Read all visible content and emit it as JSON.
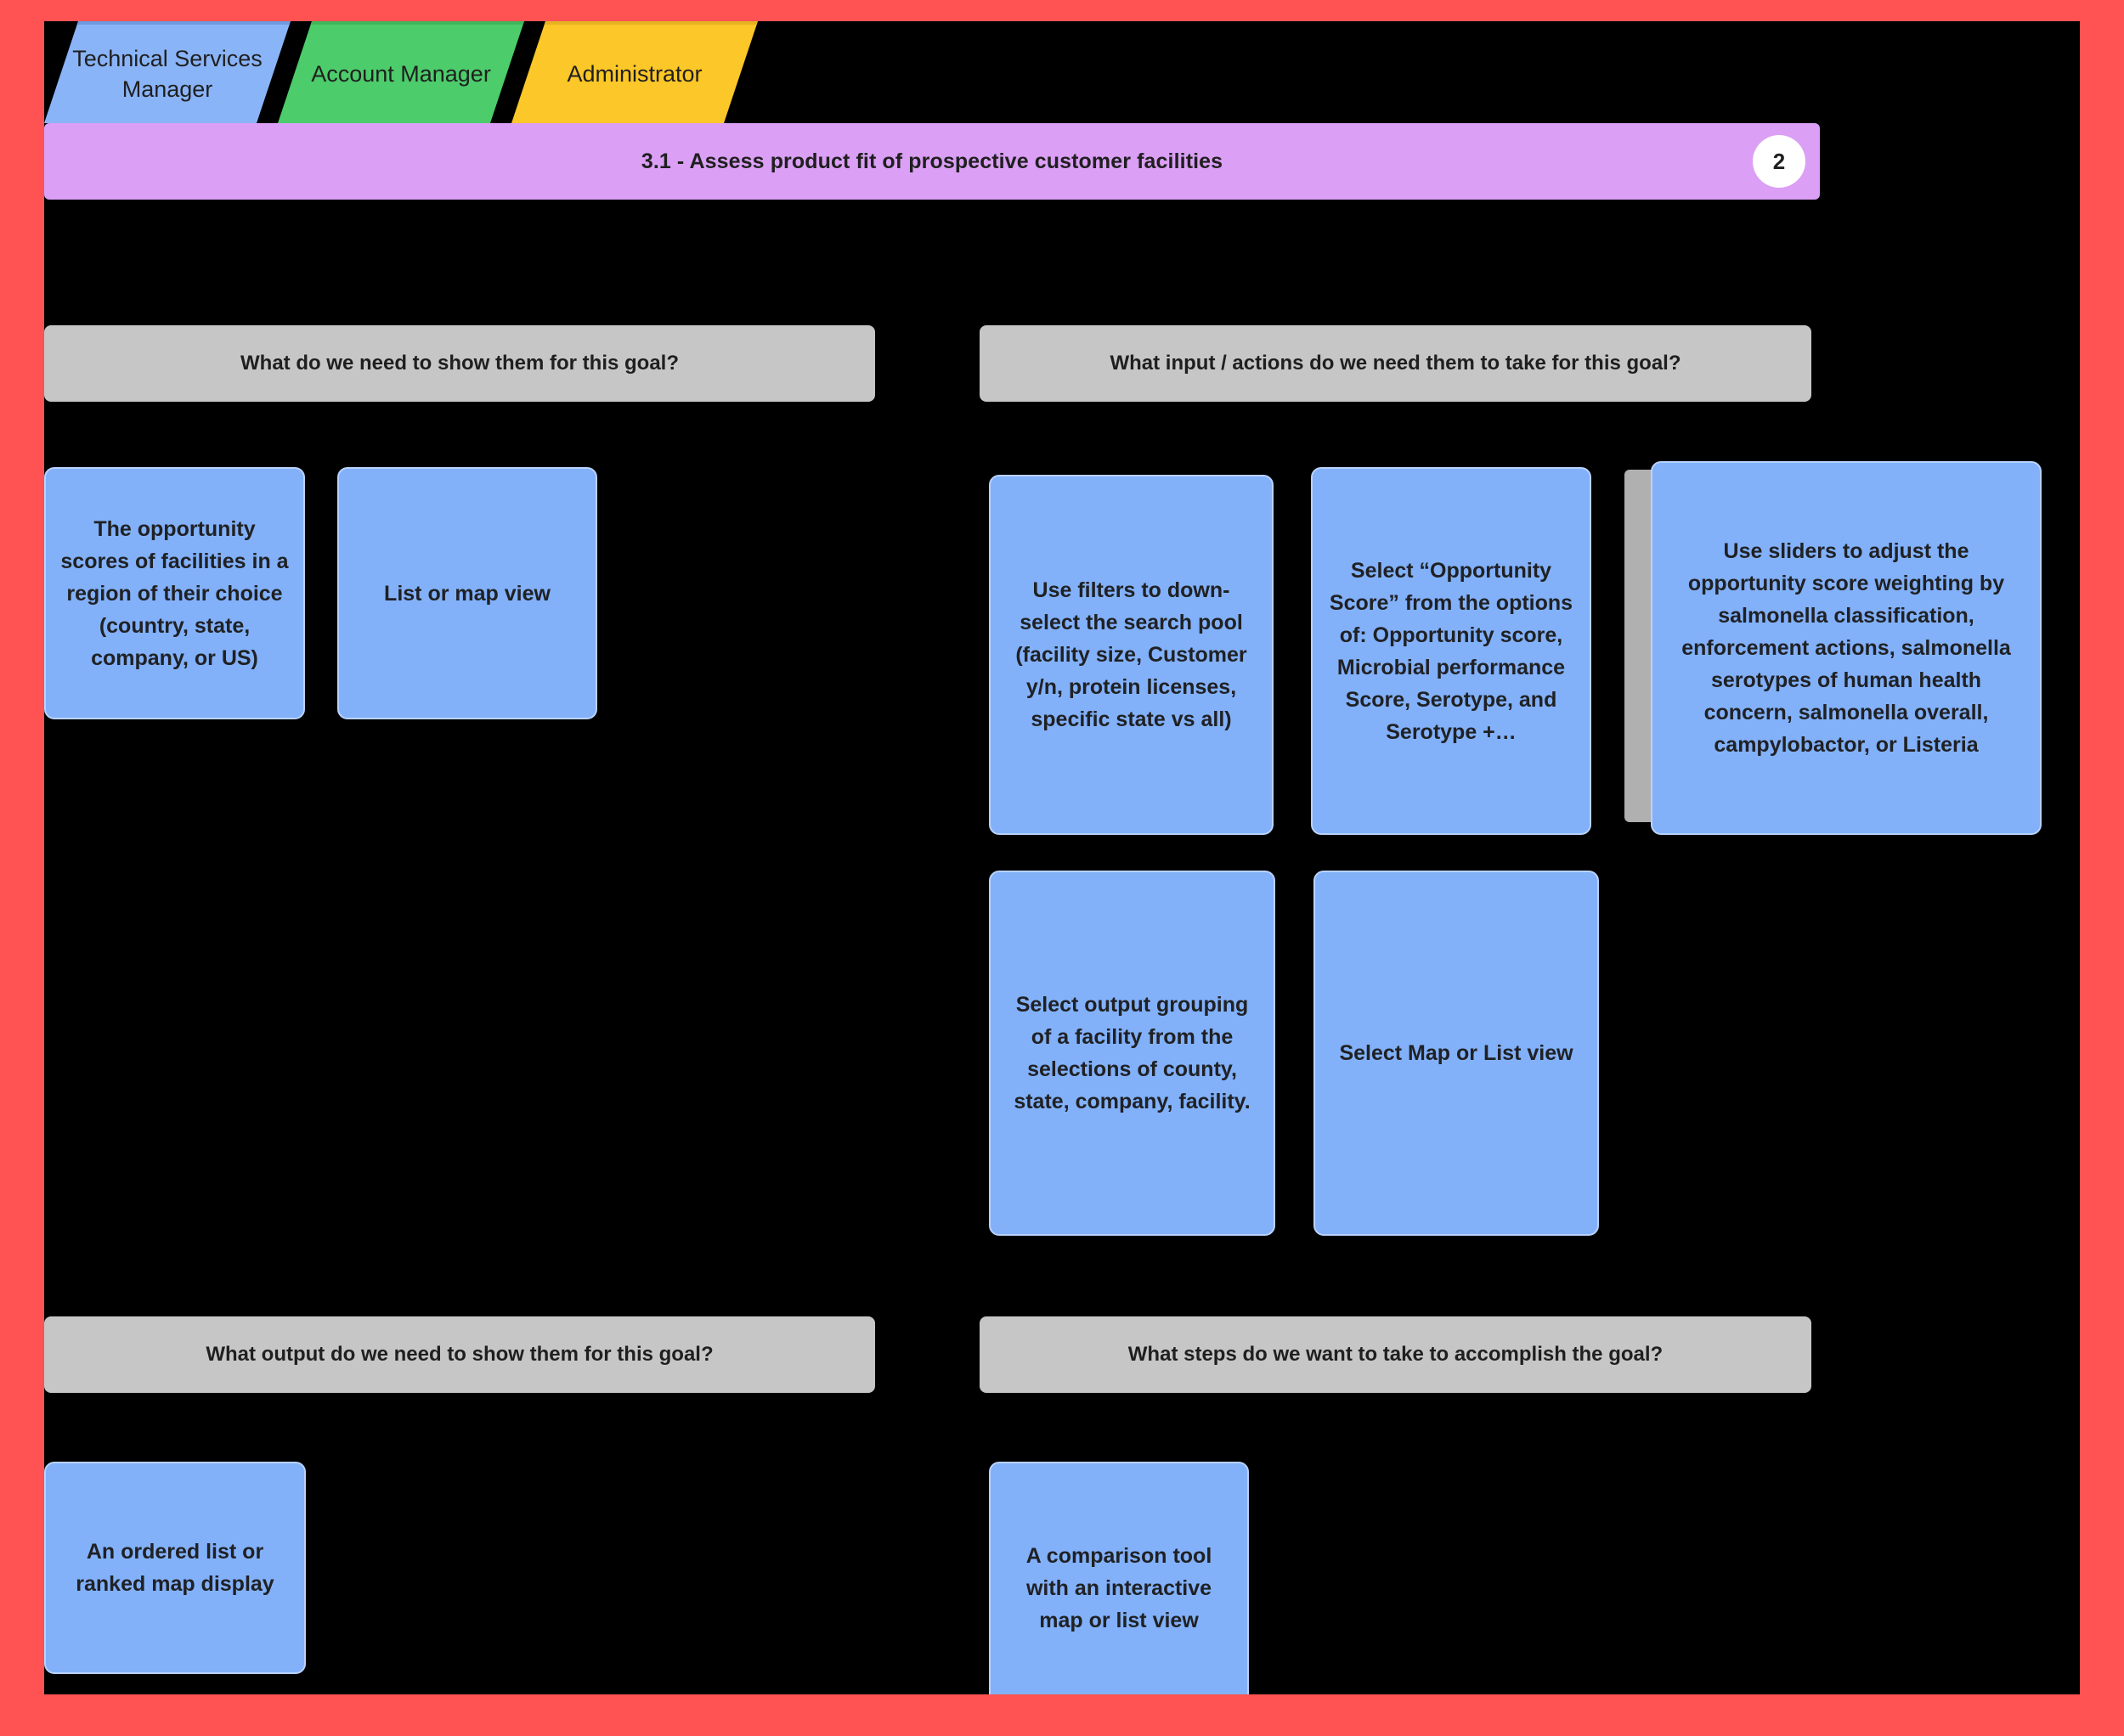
{
  "frame": {
    "border_color": "#ff5252",
    "canvas_color": "#000000"
  },
  "personas": {
    "tabs": [
      {
        "label": "Technical Services Manager",
        "color": "#8ab4f8"
      },
      {
        "label": "Account Manager",
        "color": "#4ccc6a"
      },
      {
        "label": "Administrator",
        "color": "#fcc728"
      }
    ]
  },
  "goal": {
    "title": "3.1 - Assess product fit of prospective customer facilities",
    "badge": "2",
    "color": "#db9ff5"
  },
  "sections": {
    "show": {
      "title": "What do we need to show them for this goal?"
    },
    "input": {
      "title": "What input / actions do we need them to take for this goal?"
    },
    "output": {
      "title": "What output do we need to show them for this goal?"
    },
    "steps": {
      "title": "What steps do we want to take to accomplish the goal?"
    }
  },
  "notes": {
    "color": "#82b1fa",
    "show": [
      {
        "text": "The opportunity scores of facilities in a region of their choice (country, state, company, or US)"
      },
      {
        "text": "List or map view"
      }
    ],
    "input": [
      {
        "text": "Use filters to down-select the search pool (facility size, Customer y/n, protein licenses, specific state vs all)"
      },
      {
        "text": "Select “Opportunity Score” from the options of: Opportunity score, Microbial performance Score, Serotype, and Serotype +…"
      },
      {
        "text": "Use sliders to adjust the opportunity score weighting by salmonella classification, enforcement actions, salmonella serotypes of human health concern, salmonella overall, campylobactor, or Listeria"
      },
      {
        "text": "Select output grouping of a facility from the selections of county, state, company, facility."
      },
      {
        "text": "Select Map or List view"
      }
    ],
    "output": [
      {
        "text": "An ordered list or ranked map display"
      }
    ],
    "steps": [
      {
        "text": "A comparison tool with an interactive map or list view"
      }
    ]
  }
}
